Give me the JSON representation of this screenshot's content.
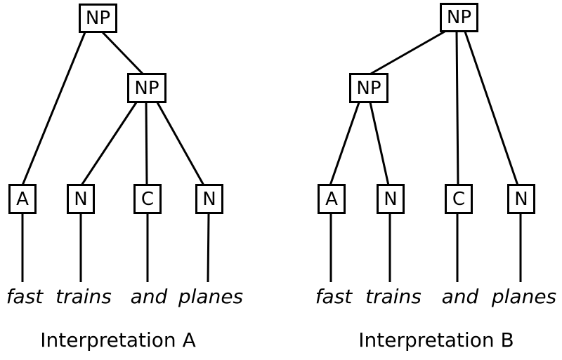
{
  "colors": {
    "ink": "#000000",
    "background": "#ffffff"
  },
  "trees": [
    {
      "id": "A",
      "caption": "Interpretation A",
      "root_label": "NP",
      "inner_label": "NP",
      "leaves": [
        "A",
        "N",
        "C",
        "N"
      ],
      "words": [
        "fast",
        "trains",
        "and",
        "planes"
      ]
    },
    {
      "id": "B",
      "caption": "Interpretation B",
      "root_label": "NP",
      "inner_label": "NP",
      "leaves": [
        "A",
        "N",
        "C",
        "N"
      ],
      "words": [
        "fast",
        "trains",
        "and",
        "planes"
      ]
    }
  ]
}
